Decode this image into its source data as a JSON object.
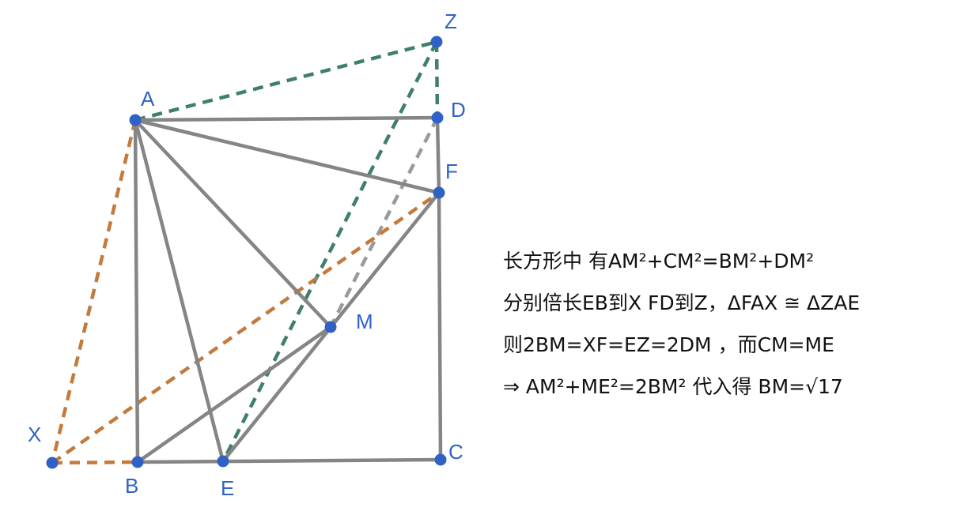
{
  "colors": {
    "solid": "#858585",
    "green": "#3f7f6b",
    "orange": "#c47a3d",
    "gray_dash": "#9a9a9a",
    "point": "#2f62c4",
    "label": "#2f62c4",
    "text": "#111111"
  },
  "points": {
    "A": "A",
    "B": "B",
    "C": "C",
    "D": "D",
    "E": "E",
    "F": "F",
    "M": "M",
    "X": "X",
    "Z": "Z"
  },
  "text_lines": [
    "长方形中 有AM²+CM²=BM²+DM²",
    "分别倍长EB到X FD到Z，ΔFAX ≅ ΔZAE",
    "则2BM=XF=EZ=2DM ，而CM=ME",
    "⇒ AM²+ME²=2BM² 代入得 BM=√17"
  ]
}
